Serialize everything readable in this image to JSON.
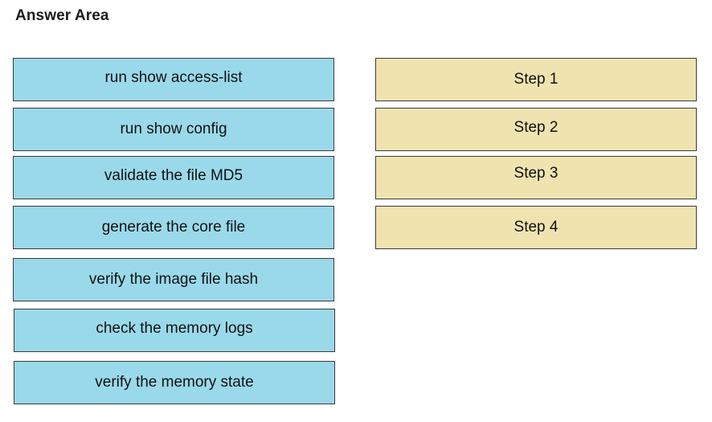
{
  "header": {
    "title": "Answer Area"
  },
  "answers": [
    {
      "label": "run show access-list"
    },
    {
      "label": "run show config"
    },
    {
      "label": "validate the file MD5"
    },
    {
      "label": "generate the core file"
    },
    {
      "label": "verify the image file hash"
    },
    {
      "label": "check the memory logs"
    },
    {
      "label": "verify the memory state"
    }
  ],
  "steps": [
    {
      "label": "Step 1"
    },
    {
      "label": "Step 2"
    },
    {
      "label": "Step 3"
    },
    {
      "label": "Step 4"
    }
  ],
  "colors": {
    "answer_fill": "#9ad9ea",
    "step_fill": "#efe4b0",
    "border": "#3a3a3a"
  }
}
